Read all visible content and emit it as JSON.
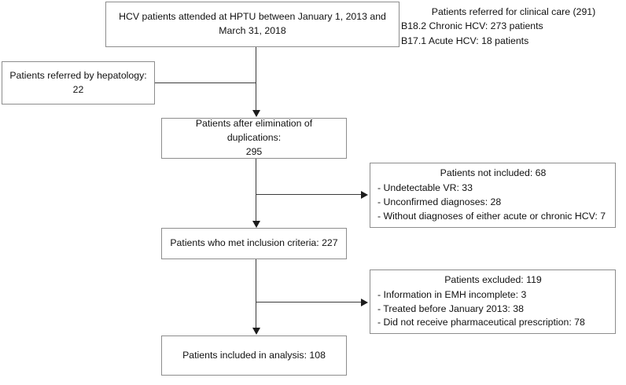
{
  "diagram": {
    "title": "HCV patient selection flow diagram",
    "accent_line_color": "#3b3b3b",
    "box_border_color": "#8d8d8d",
    "background_color": "#ffffff"
  },
  "boxes": {
    "source_population": {
      "line1": "HCV patients attended at HPTU between January 1, 2013 and",
      "line2": "March 31, 2018"
    },
    "hepatology_referrals": {
      "line1": "Patients referred by hepatology:",
      "line2": "22"
    },
    "after_duplications": {
      "line1": "Patients after elimination of duplications:",
      "line2": "295"
    },
    "inclusion_criteria": {
      "line1": "Patients who met inclusion criteria: 227"
    },
    "included_in_analysis": {
      "line1": "Patients included in analysis: 108"
    },
    "not_included": {
      "header": "Patients not included: 68",
      "items": [
        "- Undetectable VR: 33",
        "- Unconfirmed diagnoses: 28",
        "- Without diagnoses of either acute or chronic HCV: 7"
      ]
    },
    "excluded": {
      "header": "Patients excluded: 119",
      "items": [
        "- Information in EMH incomplete: 3",
        "- Treated before January 2013: 38",
        "- Did not receive pharmaceutical prescription: 78"
      ]
    },
    "clinical_care_note": {
      "header": "Patients referred for clinical care (291)",
      "items": [
        "B18.2 Chronic HCV: 273 patients",
        "B17.1 Acute HCV: 18 patients"
      ]
    }
  },
  "counts": {
    "referred_for_clinical_care": 291,
    "chronic_hcv_b182": 273,
    "acute_hcv_b171": 18,
    "referred_by_hepatology": 22,
    "after_duplications": 295,
    "not_included_total": 68,
    "undetectable_vr": 33,
    "unconfirmed_diagnoses": 28,
    "without_diagnoses_acute_or_chronic": 7,
    "met_inclusion_criteria": 227,
    "excluded_total": 119,
    "information_emh_incomplete": 3,
    "treated_before_january_2013": 38,
    "no_pharmaceutical_prescription": 78,
    "included_in_analysis": 108
  }
}
